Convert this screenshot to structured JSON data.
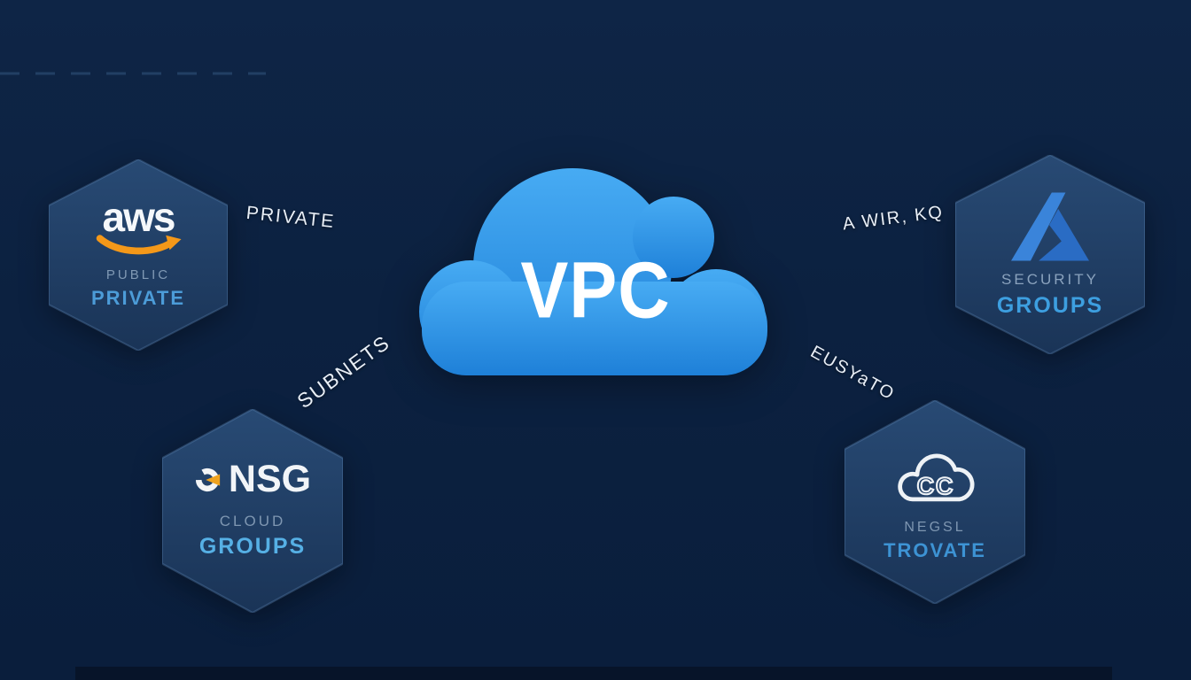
{
  "diagram": {
    "center": {
      "label": "VPC"
    },
    "nodes": {
      "aws": {
        "logo_text": "aws",
        "line1": "PUBLIC",
        "line2": "PRIVATE"
      },
      "azure": {
        "line1": "SECURITY",
        "line2": "GROUPS"
      },
      "nsg": {
        "logo_text": "NSG",
        "line1": "CLOUD",
        "line2": "GROUPS"
      },
      "gcp": {
        "icon_letters": "CC",
        "line1": "NEGSL",
        "line2": "TROVATE"
      }
    },
    "edge_labels": {
      "aws_to_vpc": "PRIVATE",
      "nsg_to_vpc": "SUBNETS",
      "azure_to_vpc": "A WIR, KQ",
      "gcp_to_vpc": "EUSYaTO"
    },
    "colors": {
      "background": "#0c2140",
      "hexagon_fill": "#20406a",
      "cloud_top": "#47abf3",
      "cloud_bottom": "#1e80d8",
      "arrow_blue": "#52bde6",
      "dash_yellow": "#cfae44",
      "muted_label": "#8099b4",
      "accent_label": "#459ade",
      "aws_orange": "#f49819",
      "azure_blue": "#2e77d0",
      "text_white": "#ffffff"
    }
  }
}
